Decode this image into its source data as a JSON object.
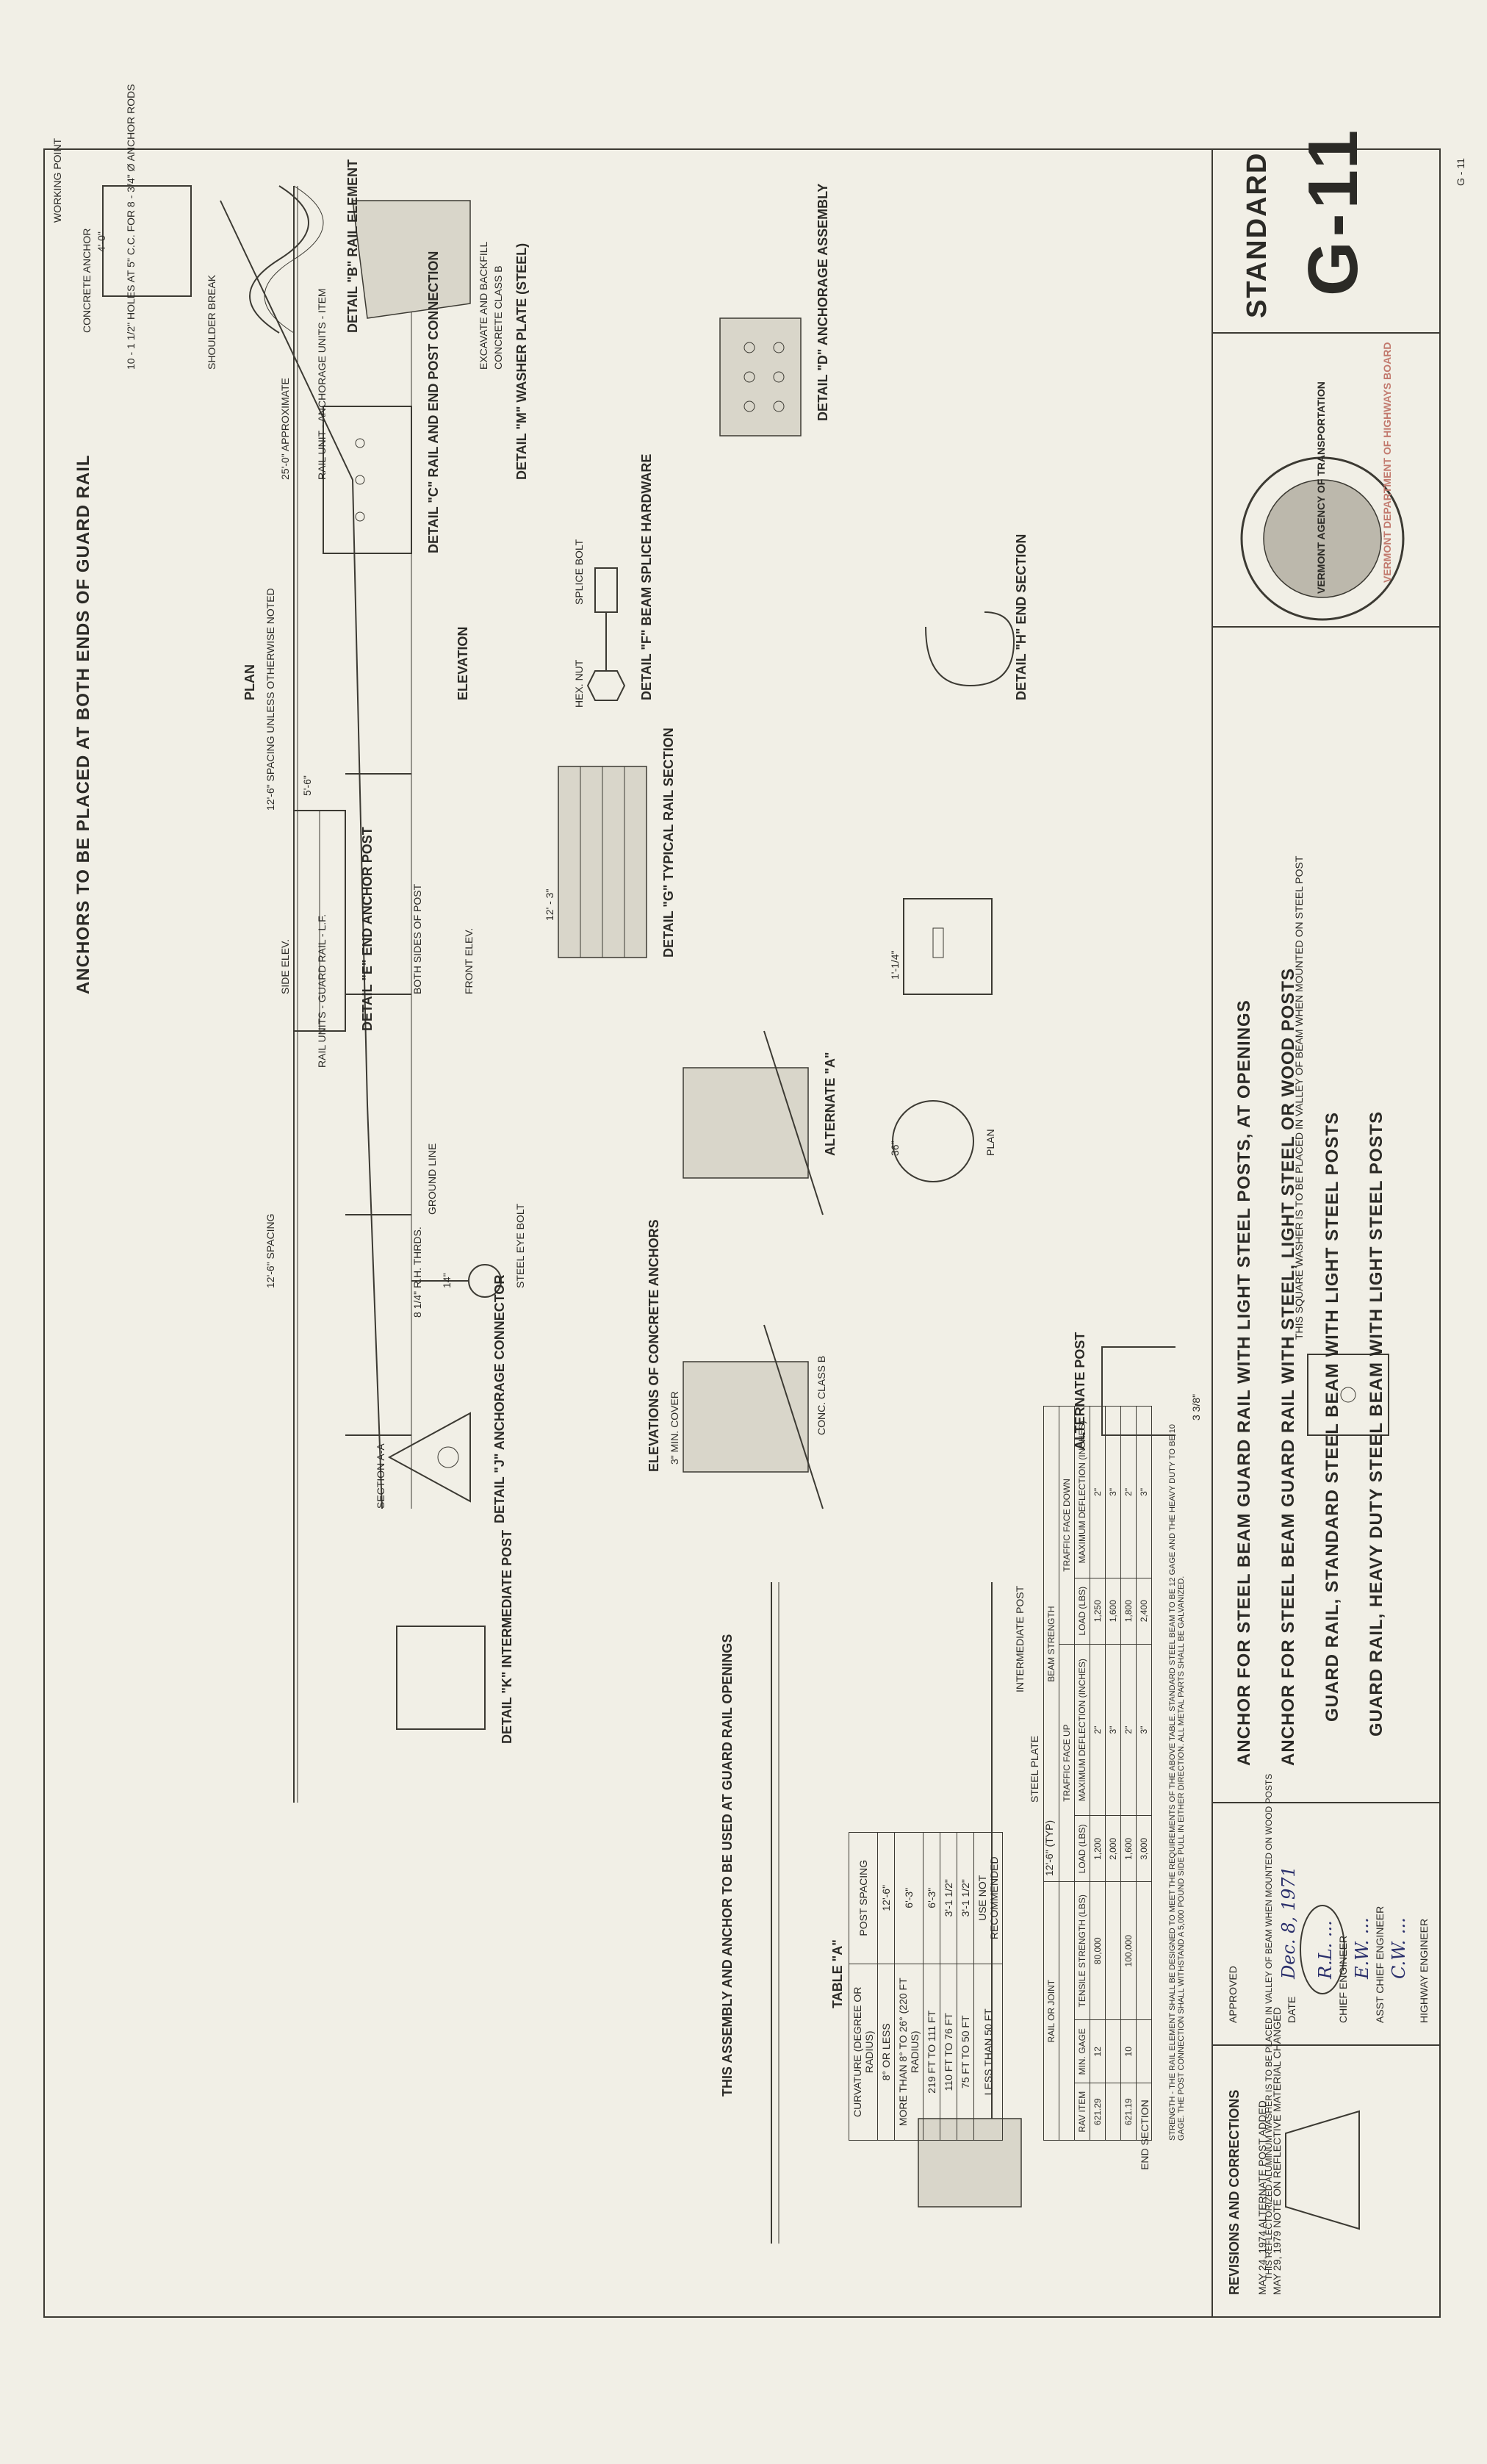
{
  "revisions": {
    "title": "REVISIONS AND CORRECTIONS",
    "items": [
      "MAY 24, 1974 ALTERNATE POST ADDED",
      "MAY 29, 1979 NOTE ON REFLECTIVE MATERIAL CHANGED"
    ]
  },
  "approval": {
    "approved_label": "APPROVED",
    "date_label": "DATE",
    "date_value": "Dec. 8, 1971",
    "chief_engineer_label": "CHIEF ENGINEER",
    "asst_engineer_label": "ASST CHIEF ENGINEER",
    "highway_engineer_label": "HIGHWAY ENGINEER",
    "sig1": "R.L. ...",
    "sig2": "E.W. ...",
    "sig3": "C.W. ..."
  },
  "titles": [
    "ANCHOR FOR STEEL BEAM GUARD RAIL WITH LIGHT STEEL POSTS, AT OPENINGS",
    "ANCHOR FOR STEEL BEAM GUARD RAIL WITH STEEL, LIGHT STEEL OR WOOD POSTS",
    "GUARD RAIL, STANDARD STEEL BEAM WITH LIGHT STEEL POSTS",
    "GUARD RAIL, HEAVY DUTY STEEL BEAM WITH LIGHT STEEL POSTS"
  ],
  "seal": {
    "text": "VERMONT AGENCY OF TRANSPORTATION",
    "stamp": "VERMONT DEPARTMENT OF HIGHWAYS BOARD"
  },
  "standard": {
    "label": "STANDARD",
    "number": "G-11",
    "sheet_mark": "G - 11"
  },
  "headline": "ANCHORS TO BE PLACED AT BOTH ENDS OF GUARD RAIL",
  "openings_note": "THIS ASSEMBLY AND ANCHOR TO BE USED AT GUARD RAIL OPENINGS",
  "concrete_title": "ELEVATIONS OF CONCRETE ANCHORS",
  "plan_labels": {
    "plan": "PLAN",
    "elevation": "ELEVATION",
    "working_point": "WORKING POINT",
    "concrete_anchor": "CONCRETE ANCHOR",
    "shoulder_break": "SHOULDER BREAK",
    "ground_line": "GROUND LINE",
    "anchor_units": "RAIL UNIT - ANCHORAGE UNITS - ITEM",
    "rail_units": "RAIL UNITS - GUARD RAIL - L.F.",
    "spacing1": "12'-6\" SPACING UNLESS OTHERWISE NOTED",
    "spacing2": "12'-6\" SPACING",
    "approx": "25'-0\" APPROXIMATE",
    "dim1": "4'-0\"",
    "holes": "10 - 1 1/2\" HOLES AT 5\" C.C. FOR 8 - 3/4\" Ø ANCHOR RODS",
    "excavate": "EXCAVATE AND BACKFILL",
    "concrete_b": "CONCRETE CLASS B"
  },
  "details": {
    "B": "DETAIL \"B\" RAIL ELEMENT",
    "C": "DETAIL \"C\" RAIL AND END POST CONNECTION",
    "D": "DETAIL \"D\" ANCHORAGE ASSEMBLY",
    "E": "DETAIL \"E\" END ANCHOR POST",
    "F": "DETAIL \"F\" BEAM SPLICE HARDWARE",
    "G": "DETAIL \"G\" TYPICAL RAIL SECTION",
    "H": "DETAIL \"H\" END SECTION",
    "J": "DETAIL \"J\" ANCHORAGE CONNECTOR",
    "K": "DETAIL \"K\" INTERMEDIATE POST",
    "M": "DETAIL \"M\" WASHER PLATE (STEEL)"
  },
  "small_labels": {
    "splice_bolt": "SPLICE BOLT",
    "hex_nut": "HEX. NUT",
    "eye_bolt": "STEEL EYE BOLT",
    "eye_thrds": "8 1/4\" R.H. THRDS.",
    "alt_post": "ALTERNATE POST",
    "alt_a": "ALTERNATE \"A\"",
    "min_cover": "3\" MIN. COVER",
    "plan2": "PLAN",
    "concrete_b2": "CONC. CLASS B",
    "section_aa": "SECTION A-A",
    "washer_note": "THIS SQUARE WASHER IS TO BE PLACED IN VALLEY OF BEAM WHEN MOUNTED ON STEEL POST",
    "reflector_note": "THIS REFLECTORIZED ALUMINUM WASHER IS TO BE PLACED IN VALLEY OF BEAM WHEN MOUNTED ON WOOD POSTS",
    "front_elev": "FRONT ELEV.",
    "side_elev": "SIDE ELEV.",
    "both_sides": "BOTH SIDES OF POST",
    "interm_post": "INTERMEDIATE POST",
    "end_section": "END SECTION",
    "steel_plate": "STEEL PLATE",
    "dim_5_6": "5'-6\"",
    "dim_14": "14\"",
    "dim_36": "36\"",
    "dim_12_3": "12' - 3\"",
    "dim_3_8": "3 3/8\"",
    "dim_1_14": "1'-1/4\"",
    "dim_12_6typ": "12'-6\" (TYP)"
  },
  "table_a": {
    "title": "TABLE \"A\"",
    "headers": [
      "CURVATURE (DEGREE OR RADIUS)",
      "POST SPACING"
    ],
    "rows": [
      [
        "8° OR LESS",
        "12'-6\""
      ],
      [
        "MORE THAN 8° TO 26° (220 FT RADIUS)",
        "6'-3\""
      ],
      [
        "219 FT TO 111 FT",
        "6'-3\""
      ],
      [
        "110 FT TO 76 FT",
        "3'-1 1/2\""
      ],
      [
        "75 FT TO 50 FT",
        "3'-1 1/2\""
      ],
      [
        "LESS THAN 50 FT",
        "USE NOT RECOMMENDED"
      ]
    ]
  },
  "table_b": {
    "group_headers": [
      "RAIL OR JOINT",
      "BEAM STRENGTH",
      "TRAFFIC FACE UP",
      "TRAFFIC FACE DOWN"
    ],
    "headers": [
      "RAV ITEM",
      "MIN. GAGE",
      "TENSILE STRENGTH (LBS)",
      "LOAD (LBS)",
      "MAXIMUM DEFLECTION (INCHES)",
      "LOAD (LBS)",
      "MAXIMUM DEFLECTION (INCHES)"
    ],
    "rows": [
      [
        "621.29",
        "12",
        "80,000",
        "1,200",
        "2\"",
        "1,250",
        "2\""
      ],
      [
        "",
        "",
        "",
        "2,000",
        "3\"",
        "1,600",
        "3\""
      ],
      [
        "621.19",
        "10",
        "100,000",
        "1,600",
        "2\"",
        "1,800",
        "2\""
      ],
      [
        "",
        "",
        "",
        "3,000",
        "3\"",
        "2,400",
        "3\""
      ]
    ],
    "note": "STRENGTH - THE RAIL ELEMENT SHALL BE DESIGNED TO MEET THE REQUIREMENTS OF THE ABOVE TABLE. STANDARD STEEL BEAM TO BE 12 GAGE AND THE HEAVY DUTY TO BE 10 GAGE. THE POST CONNECTION SHALL WITHSTAND A 5,000 POUND SIDE PULL IN EITHER DIRECTION. ALL METAL PARTS SHALL BE GALVANIZED."
  }
}
